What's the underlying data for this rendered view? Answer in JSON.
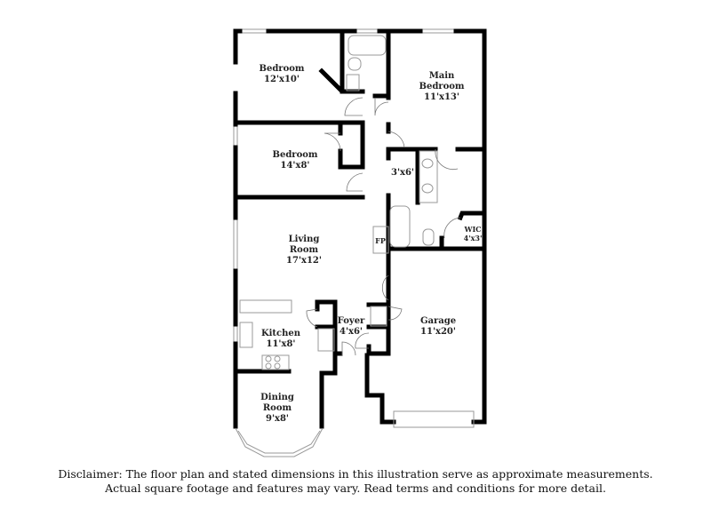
{
  "rooms": [
    {
      "name": "Bedroom",
      "size": "12'x10'"
    },
    {
      "name": "Main Bedroom",
      "name_line1": "Main",
      "name_line2": "Bedroom",
      "size": "11'x13'"
    },
    {
      "name": "Bedroom",
      "size": "14'x8'"
    },
    {
      "name": "",
      "size": "3'x6'"
    },
    {
      "name": "WIC",
      "size": "4'x3'"
    },
    {
      "name": "FP",
      "size": ""
    },
    {
      "name": "Living Room",
      "name_line1": "Living",
      "name_line2": "Room",
      "size": "17'x12'"
    },
    {
      "name": "Foyer",
      "size": "4'x6'"
    },
    {
      "name": "Garage",
      "size": "11'x20'"
    },
    {
      "name": "Kitchen",
      "size": "11'x8'"
    },
    {
      "name": "Dining Room",
      "name_line1": "Dining",
      "name_line2": "Room",
      "size": "9'x8'"
    }
  ],
  "disclaimer": {
    "line1": "Disclaimer: The floor plan and stated dimensions in this illustration serve as approximate measurements.",
    "line2": "Actual square footage and features may vary. Read terms and conditions for more detail."
  }
}
